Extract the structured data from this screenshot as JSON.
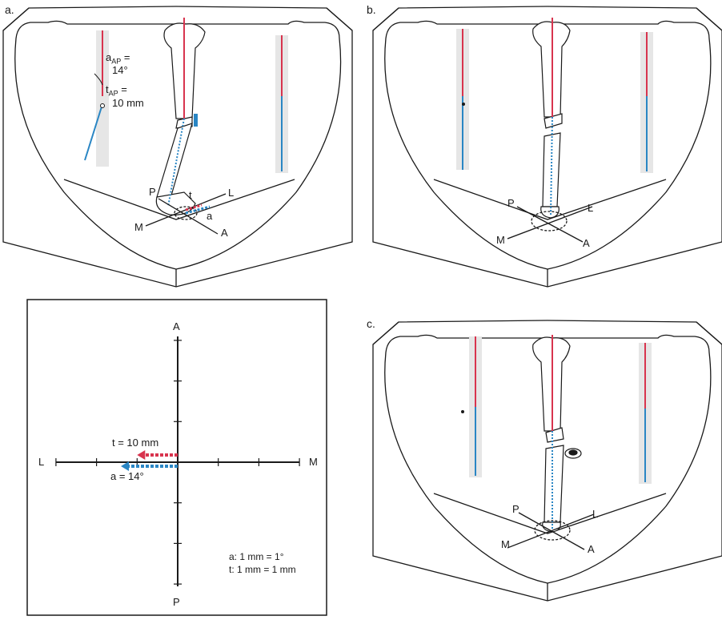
{
  "panels": {
    "a": {
      "label": "a.",
      "angle_label_main": "a",
      "angle_label_sub": "AP",
      "angle_value_eq": "=",
      "angle_value": "14°",
      "trans_label_main": "t",
      "trans_label_sub": "AP",
      "trans_value_eq": "=",
      "trans_value": "10 mm",
      "axis_P": "P",
      "axis_L": "L",
      "axis_M": "M",
      "axis_A": "A",
      "arrow_t": "t",
      "arrow_a": "a"
    },
    "b": {
      "label": "b.",
      "axis_P": "P",
      "axis_L": "L",
      "axis_M": "M",
      "axis_A": "A"
    },
    "c": {
      "label": "c.",
      "axis_P": "P",
      "axis_L": "L",
      "axis_M": "M",
      "axis_A": "A"
    },
    "plot": {
      "axis_top": "A",
      "axis_bottom": "P",
      "axis_left": "L",
      "axis_right": "M",
      "t_label": "t = 10 mm",
      "a_label": "a = 14°",
      "legend_a": "a: 1 mm = 1°",
      "legend_t": "t: 1 mm = 1 mm",
      "t_value_mm": 10,
      "a_value_deg": 14
    }
  },
  "colors": {
    "red": "#d8344e",
    "blue": "#2a86c4",
    "line": "#1a1a1a",
    "shadow": "#e3e3e3"
  },
  "icons": [
    "tibia-bone-icon",
    "external-fixator-ring-icon"
  ]
}
